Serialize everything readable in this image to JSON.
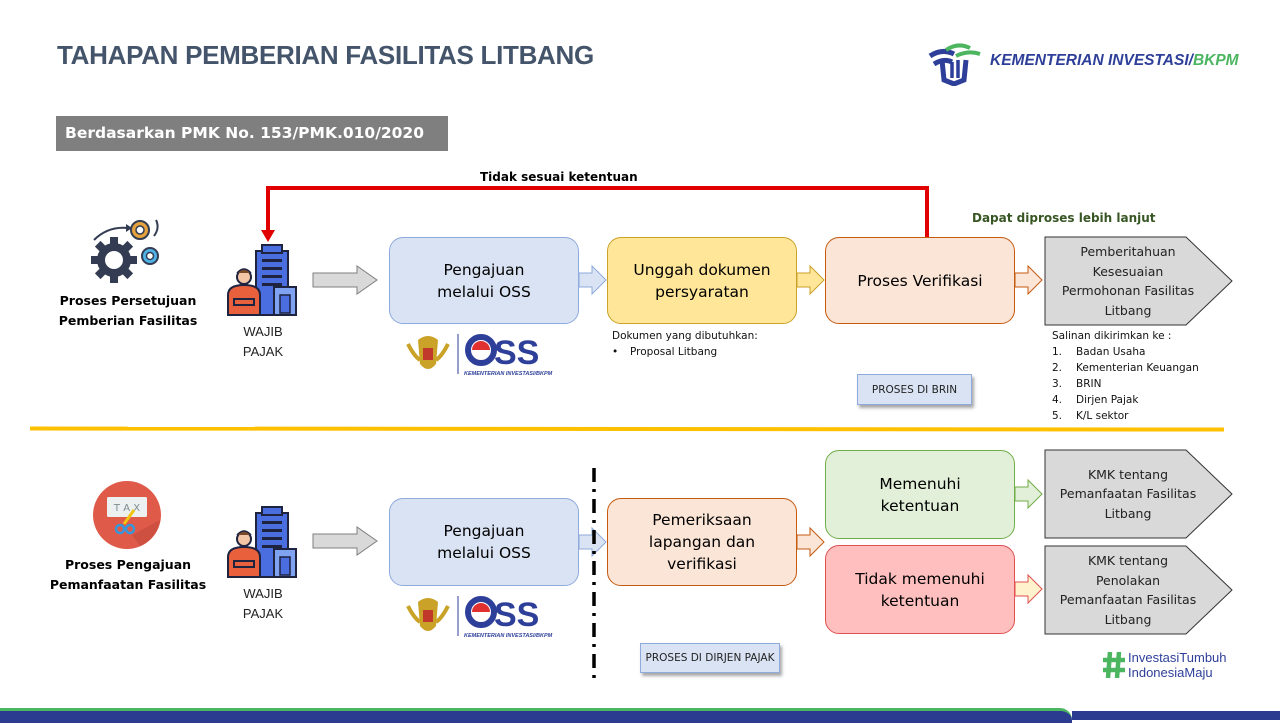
{
  "header": {
    "title": "TAHAPAN PEMBERIAN FASILITAS LITBANG",
    "brand_main": "KEMENTERIAN INVESTASI/",
    "brand_accent": "BKPM",
    "basis": "Berdasarkan  PMK No. 153/PMK.010/2020"
  },
  "colors": {
    "title": "#44546a",
    "brand_blue": "#2e3f9a",
    "brand_green": "#4bb560",
    "loop_red": "#e00000",
    "separator": "#ffc000"
  },
  "flow1": {
    "side_icon": "gears-icon",
    "side_label_line1": "Proses Persetujuan",
    "side_label_line2": "Pemberian Fasilitas",
    "actor_line1": "WAJIB",
    "actor_line2": "PAJAK",
    "loop_label": "Tidak sesuai ketentuan",
    "proceed_label": "Dapat diproses lebih lanjut",
    "step1_line1": "Pengajuan",
    "step1_line2": "melalui OSS",
    "step2_line1": "Unggah dokumen",
    "step2_line2": "persyaratan",
    "step2_note_title": "Dokumen yang dibutuhkan:",
    "step2_note_items": [
      "Proposal Litbang"
    ],
    "step3": "Proses Verifikasi",
    "output_lines": [
      "Pemberitahuan",
      "Kesesuaian",
      "Permohonan  Fasilitas",
      "Litbang"
    ],
    "copies_title": "Salinan dikirimkan ke :",
    "copies": [
      {
        "n": "1.",
        "label": "Badan Usaha"
      },
      {
        "n": "2.",
        "label": "Kementerian Keuangan"
      },
      {
        "n": "3.",
        "label": "BRIN"
      },
      {
        "n": "4.",
        "label": "Dirjen Pajak"
      },
      {
        "n": "5.",
        "label": "K/L sektor"
      }
    ],
    "process_tag": "PROSES DI BRIN"
  },
  "flow2": {
    "side_icon": "tax-cut-icon",
    "side_icon_text": "T A X",
    "side_label_line1": "Proses Pengajuan",
    "side_label_line2": "Pemanfaatan Fasilitas",
    "actor_line1": "WAJIB",
    "actor_line2": "PAJAK",
    "step1_line1": "Pengajuan",
    "step1_line2": "melalui OSS",
    "step2_lines": [
      "Pemeriksaan",
      "lapangan dan",
      "verifikasi"
    ],
    "approve_line1": "Memenuhi",
    "approve_line2": "ketentuan",
    "reject_line1": "Tidak memenuhi",
    "reject_line2": "ketentuan",
    "approve_output": [
      "KMK tentang",
      "Pemanfaatan Fasilitas",
      "Litbang"
    ],
    "reject_output": [
      "KMK tentang",
      "Penolakan",
      "Pemanfaatan Fasilitas",
      "Litbang"
    ],
    "process_tag": "PROSES DI DIRJEN PAJAK"
  },
  "oss_logo": {
    "text": "OSS",
    "subtext": "KEMENTERIAN INVESTASI/BKPM"
  },
  "footer": {
    "hashtag_line1": "InvestasiTumbuh",
    "hashtag_line2": "IndonesiaMaju"
  }
}
